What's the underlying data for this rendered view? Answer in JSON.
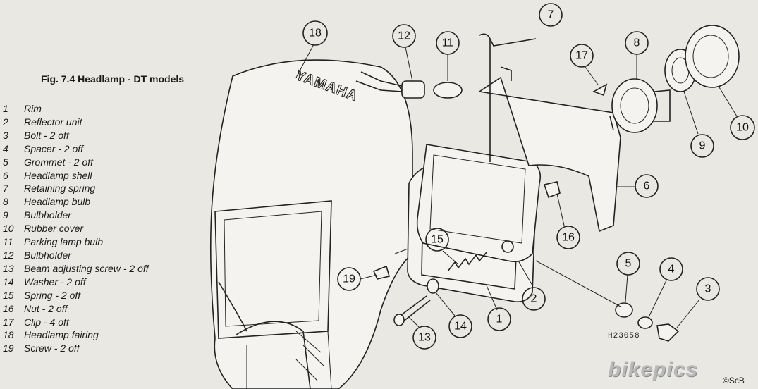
{
  "figure": {
    "title": "Fig. 7.4 Headlamp - DT models",
    "fairing_logo": "YAMAHA",
    "image_code": "H23058"
  },
  "legend": [
    {
      "num": "1",
      "text": "Rim"
    },
    {
      "num": "2",
      "text": "Reflector unit"
    },
    {
      "num": "3",
      "text": "Bolt - 2 off"
    },
    {
      "num": "4",
      "text": "Spacer - 2 off"
    },
    {
      "num": "5",
      "text": "Grommet - 2 off"
    },
    {
      "num": "6",
      "text": "Headlamp shell"
    },
    {
      "num": "7",
      "text": "Retaining spring"
    },
    {
      "num": "8",
      "text": "Headlamp bulb"
    },
    {
      "num": "9",
      "text": "Bulbholder"
    },
    {
      "num": "10",
      "text": "Rubber cover"
    },
    {
      "num": "11",
      "text": "Parking lamp bulb"
    },
    {
      "num": "12",
      "text": "Bulbholder"
    },
    {
      "num": "13",
      "text": "Beam adjusting screw - 2 off"
    },
    {
      "num": "14",
      "text": "Washer - 2 off"
    },
    {
      "num": "15",
      "text": "Spring - 2 off"
    },
    {
      "num": "16",
      "text": "Nut - 2 off"
    },
    {
      "num": "17",
      "text": "Clip - 4 off"
    },
    {
      "num": "18",
      "text": "Headlamp fairing"
    },
    {
      "num": "19",
      "text": "Screw - 2 off"
    }
  ],
  "callouts": [
    "1",
    "2",
    "3",
    "4",
    "5",
    "6",
    "7",
    "8",
    "9",
    "10",
    "11",
    "12",
    "13",
    "14",
    "15",
    "16",
    "17",
    "18",
    "19"
  ],
  "watermark": {
    "brand": "bikepics",
    "credit": "©ScB"
  }
}
